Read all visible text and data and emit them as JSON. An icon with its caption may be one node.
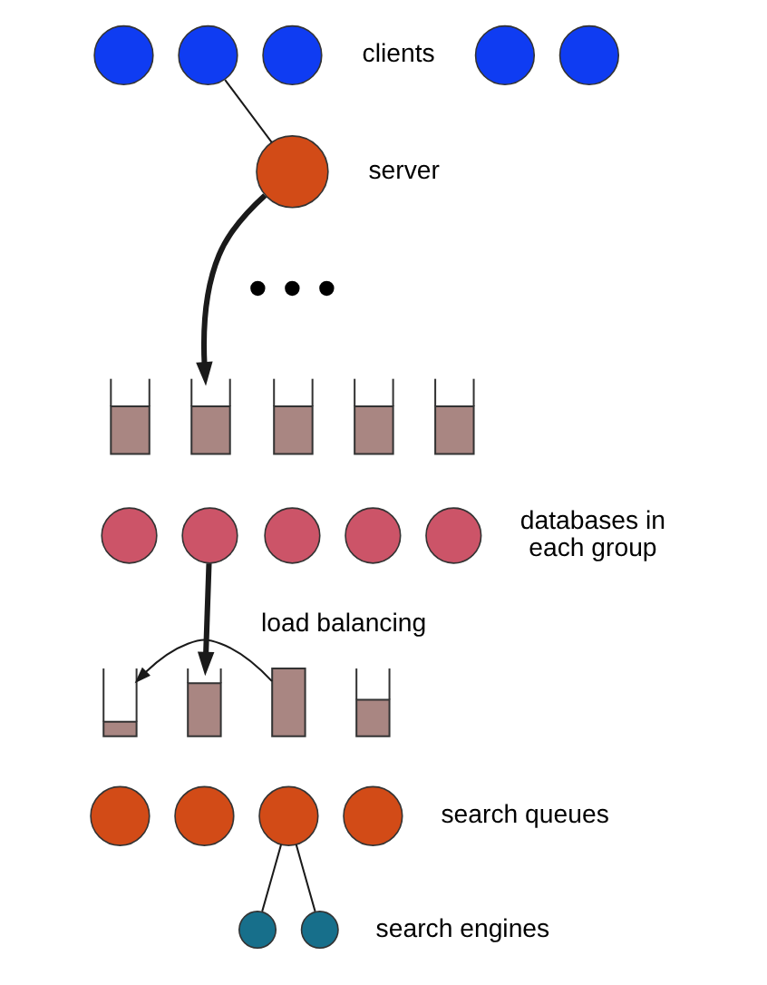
{
  "diagram": {
    "nodes": [
      {
        "text": [],
        "shape": "circle"
      },
      {
        "text": [],
        "shape": "circle"
      },
      {
        "text": [],
        "shape": "circle"
      },
      {
        "text": [],
        "shape": "circle"
      },
      {
        "text": [],
        "shape": "circle"
      },
      {
        "text": [],
        "shape": "circle",
        "beside": [
          "server"
        ]
      },
      {
        "text": [],
        "shape": "box"
      },
      {
        "text": [],
        "shape": "circle"
      },
      {
        "text": [],
        "shape": "box"
      },
      {
        "text": [],
        "shape": "circle"
      },
      {
        "text": [],
        "shape": "box"
      },
      {
        "text": [],
        "shape": "circle"
      },
      {
        "text": [],
        "shape": "box"
      },
      {
        "text": [],
        "shape": "circle"
      },
      {
        "text": [],
        "shape": "box"
      },
      {
        "text": [],
        "shape": "circle"
      },
      {
        "text": [],
        "shape": "box"
      },
      {
        "text": [],
        "shape": "circle"
      },
      {
        "text": [],
        "shape": "box"
      },
      {
        "text": [],
        "shape": "circle"
      },
      {
        "text": [],
        "shape": "box"
      },
      {
        "text": [],
        "shape": "circle"
      },
      {
        "text": [],
        "shape": "box"
      },
      {
        "text": [],
        "shape": "circle"
      },
      {
        "text": [],
        "shape": "circle"
      },
      {
        "text": [],
        "shape": "circle"
      }
    ],
    "edges": [
      {
        "from": 1,
        "to": 5,
        "arrow": "none"
      },
      {
        "from": 5,
        "to": 8,
        "arrow": "to",
        "style": "thick"
      },
      {
        "from": 9,
        "to": 18,
        "arrow": "to",
        "style": "thick"
      },
      {
        "from": 20,
        "to": 16,
        "arrow": "to",
        "label": "load balancing"
      },
      {
        "from": 21,
        "to": 24,
        "arrow": "none"
      },
      {
        "from": 21,
        "to": 25,
        "arrow": "none"
      }
    ],
    "labels": [
      "clients",
      "• • •",
      "databases in each group",
      "search queues",
      "search engines"
    ]
  }
}
